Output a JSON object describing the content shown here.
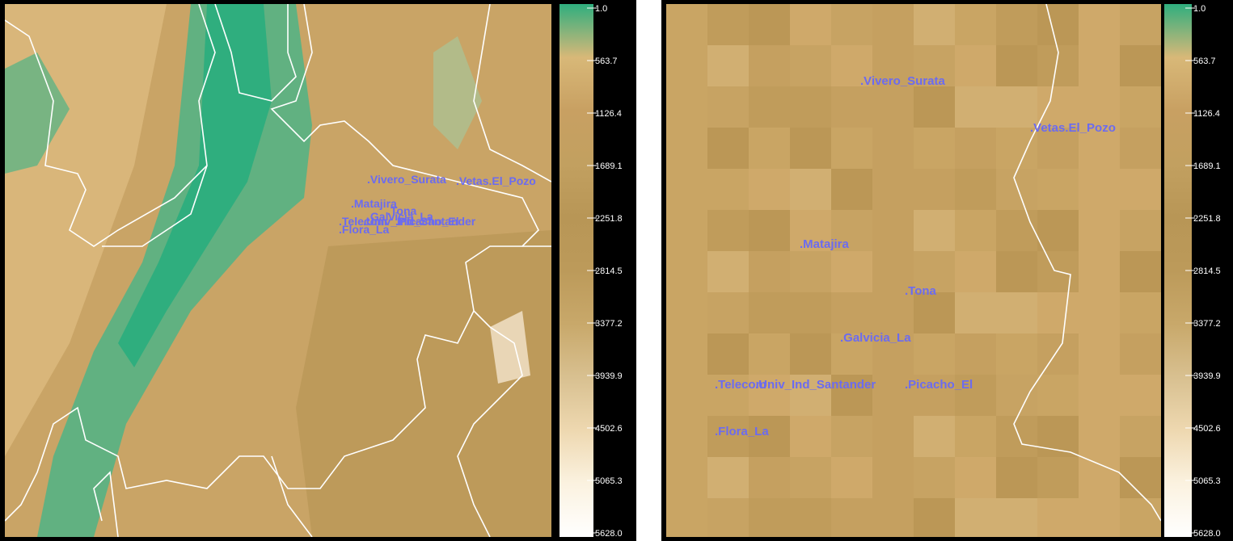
{
  "left_map": {
    "stations": [
      {
        "name": "Vivero_Surata",
        "lon": 0.0,
        "lat": 0.0
      },
      {
        "name": "Vetas.El_Pozo",
        "lon": 1.1,
        "lat": -0.05
      },
      {
        "name": "Matajira",
        "lon": -0.2,
        "lat": -0.75
      },
      {
        "name": "Tona",
        "lon": 0.25,
        "lat": -0.98
      },
      {
        "name": "Galvicia_La",
        "lon": 0.0,
        "lat": -1.15
      },
      {
        "name": "Telecom",
        "lon": -0.35,
        "lat": -1.3
      },
      {
        "name": "Univ_Ind_Santander",
        "lon": -0.05,
        "lat": -1.3
      },
      {
        "name": "Picacho_El",
        "lon": 0.35,
        "lat": -1.3
      },
      {
        "name": "Flora_La",
        "lon": -0.35,
        "lat": -1.55
      }
    ]
  },
  "right_map": {
    "stations": [
      {
        "name": "Vivero_Surata"
      },
      {
        "name": "Vetas.El_Pozo"
      },
      {
        "name": "Matajira"
      },
      {
        "name": "Tona"
      },
      {
        "name": "Galvicia_La"
      },
      {
        "name": "Telecom"
      },
      {
        "name": "Univ_Ind_Santander"
      },
      {
        "name": "Picacho_El"
      },
      {
        "name": "Flora_La"
      }
    ]
  },
  "legend": {
    "ticks": [
      "1.0",
      "563.7",
      "1126.4",
      "1689.1",
      "2251.8",
      "2814.5",
      "3377.2",
      "3939.9",
      "4502.6",
      "5065.3",
      "5628.0"
    ],
    "colors": [
      "#2fae7e",
      "#d8b878",
      "#c8a062",
      "#c2a060",
      "#b89656",
      "#bc9a5a",
      "#c8a86a",
      "#d8c090",
      "#eed8b0",
      "#fbf2e0",
      "#ffffff"
    ]
  },
  "colors": {
    "station": "#6b6bf0",
    "boundary": "#ffffff",
    "background": "#000000"
  }
}
